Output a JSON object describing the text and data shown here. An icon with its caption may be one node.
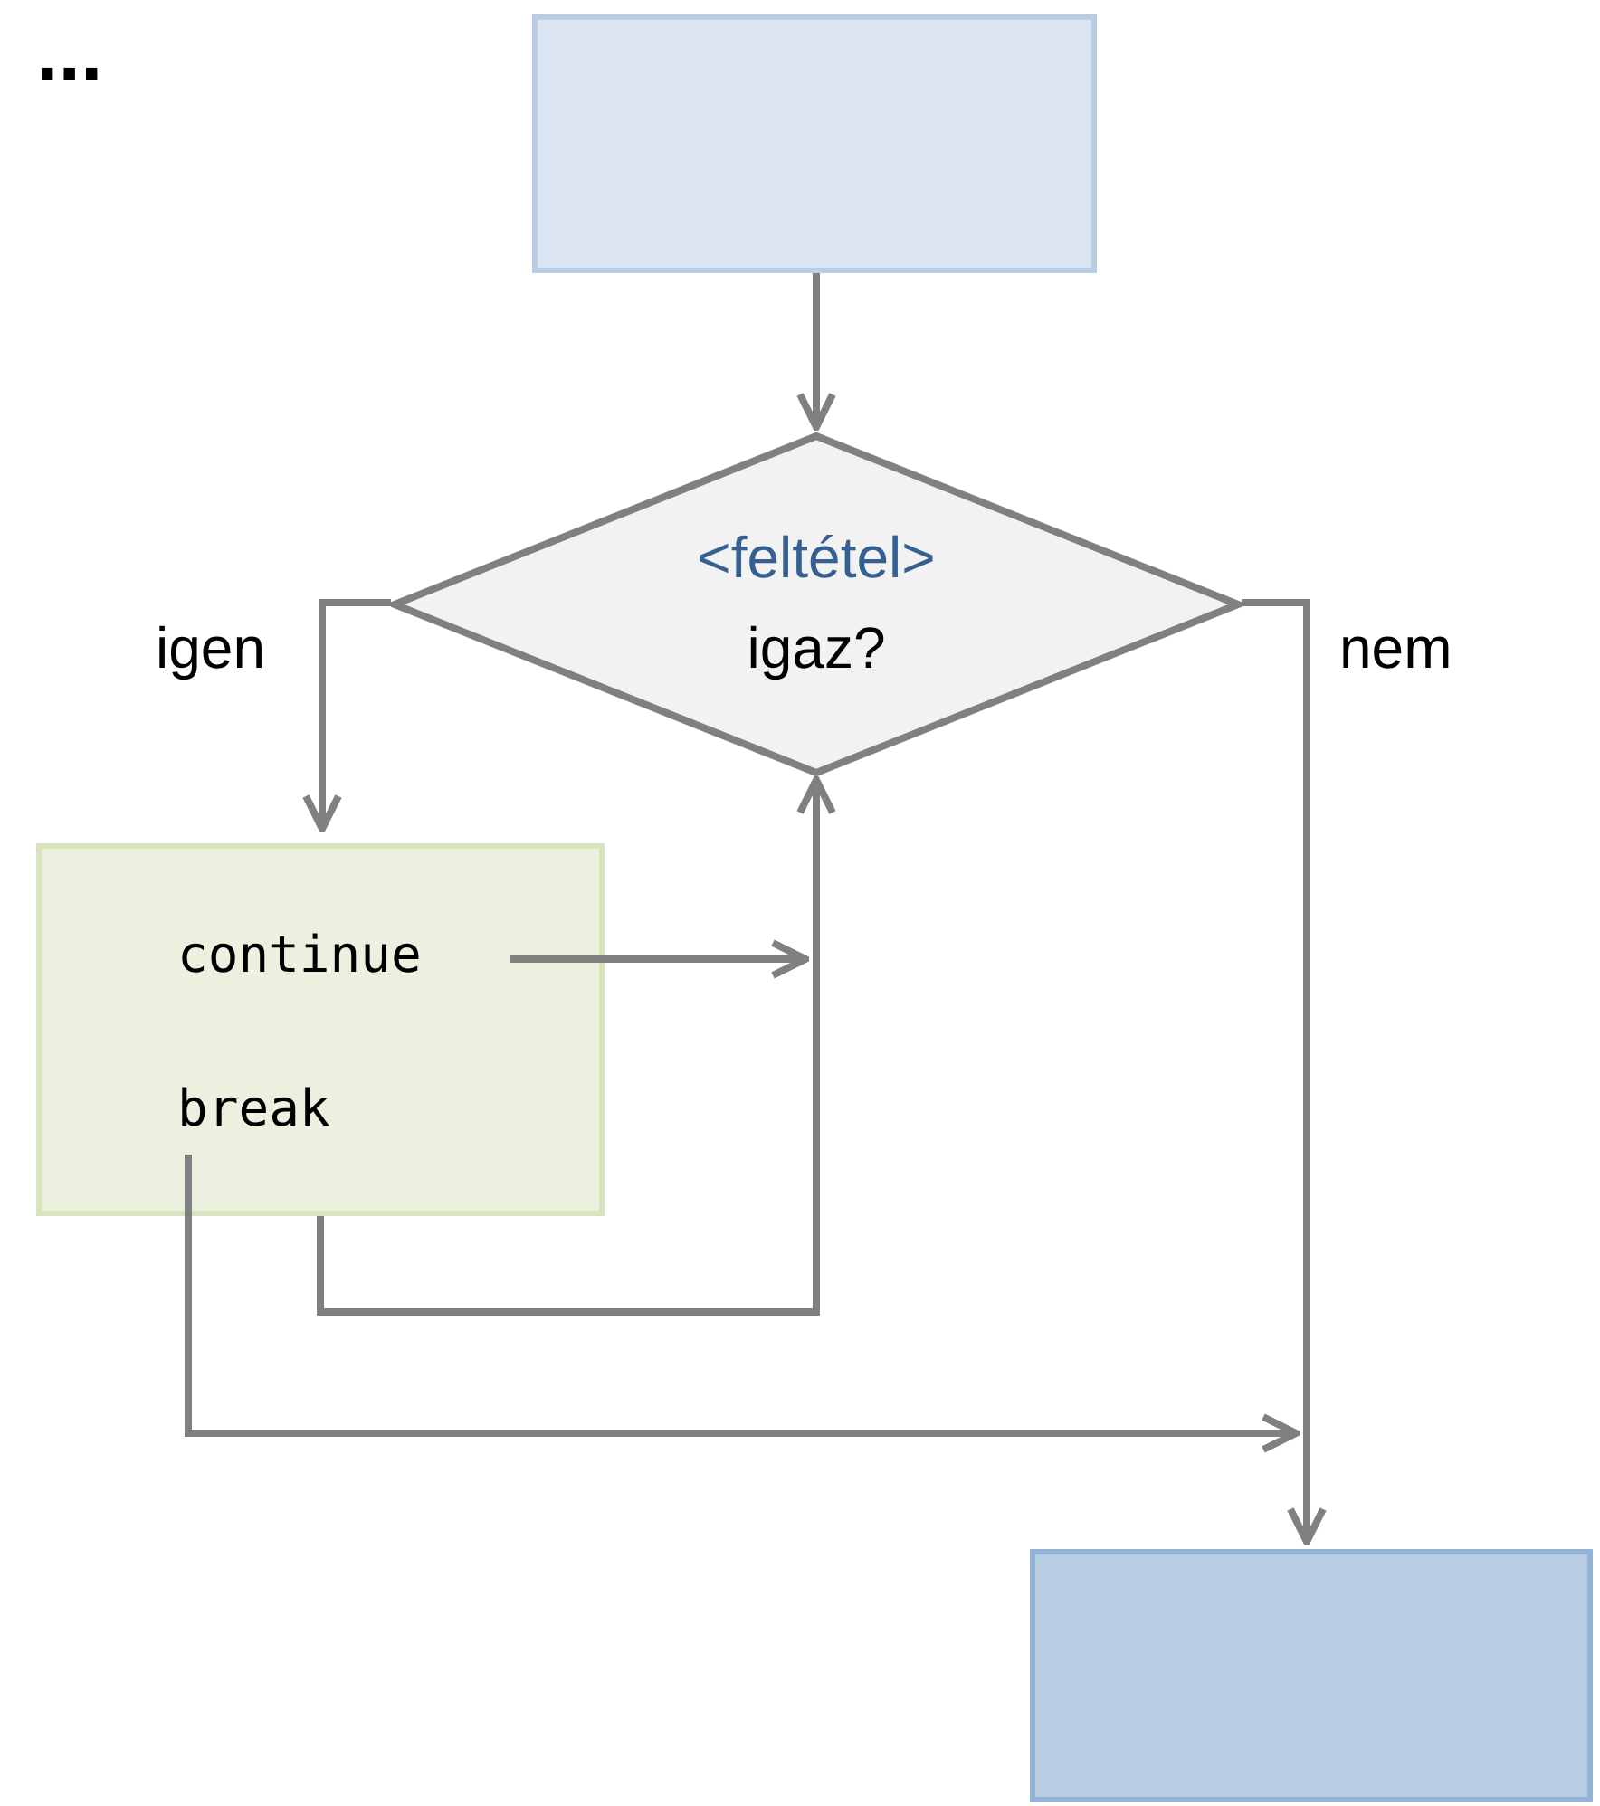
{
  "diagram": {
    "nodes": [
      {
        "text": [],
        "shape": "box"
      },
      {
        "text": [
          "<feltétel>",
          "igaz?"
        ]
      },
      {
        "text": [],
        "shape": "box"
      },
      {
        "text": [
          "continue"
        ],
        "in": 2
      },
      {
        "text": [
          "break"
        ],
        "in": 2
      },
      {
        "text": [],
        "shape": "box"
      }
    ],
    "edges": [
      {
        "from": 0,
        "to": 1,
        "arrow": "to"
      },
      {
        "from": 1,
        "to": 2,
        "arrow": "to",
        "label": "igen"
      },
      {
        "from": 1,
        "to": 5,
        "arrow": "to",
        "label": "nem"
      },
      {
        "from": 2,
        "to": 1,
        "arrow": "to"
      },
      {
        "from": 3,
        "to": 1,
        "arrow": "to"
      },
      {
        "from": 4,
        "to": 5,
        "arrow": "to"
      }
    ],
    "labels": [
      "..."
    ]
  }
}
